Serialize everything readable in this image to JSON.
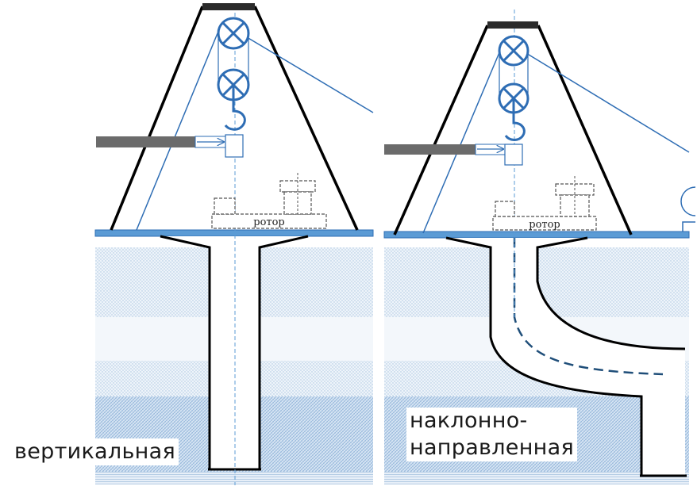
{
  "diagrams": [
    {
      "caption": "вертикальная",
      "rotor_label": "ротор"
    },
    {
      "caption_lines": [
        "наклонно-",
        "направленная"
      ],
      "rotor_label": "ротор"
    }
  ],
  "colors": {
    "structure": "#000000",
    "rigging": "#2e6db4",
    "ground_line": "#5b9bd5",
    "soil_light": "#dce8f4",
    "soil_dense": "#b4cde6",
    "equipment_outline": "#555555",
    "hose": "#6b6b6b"
  }
}
